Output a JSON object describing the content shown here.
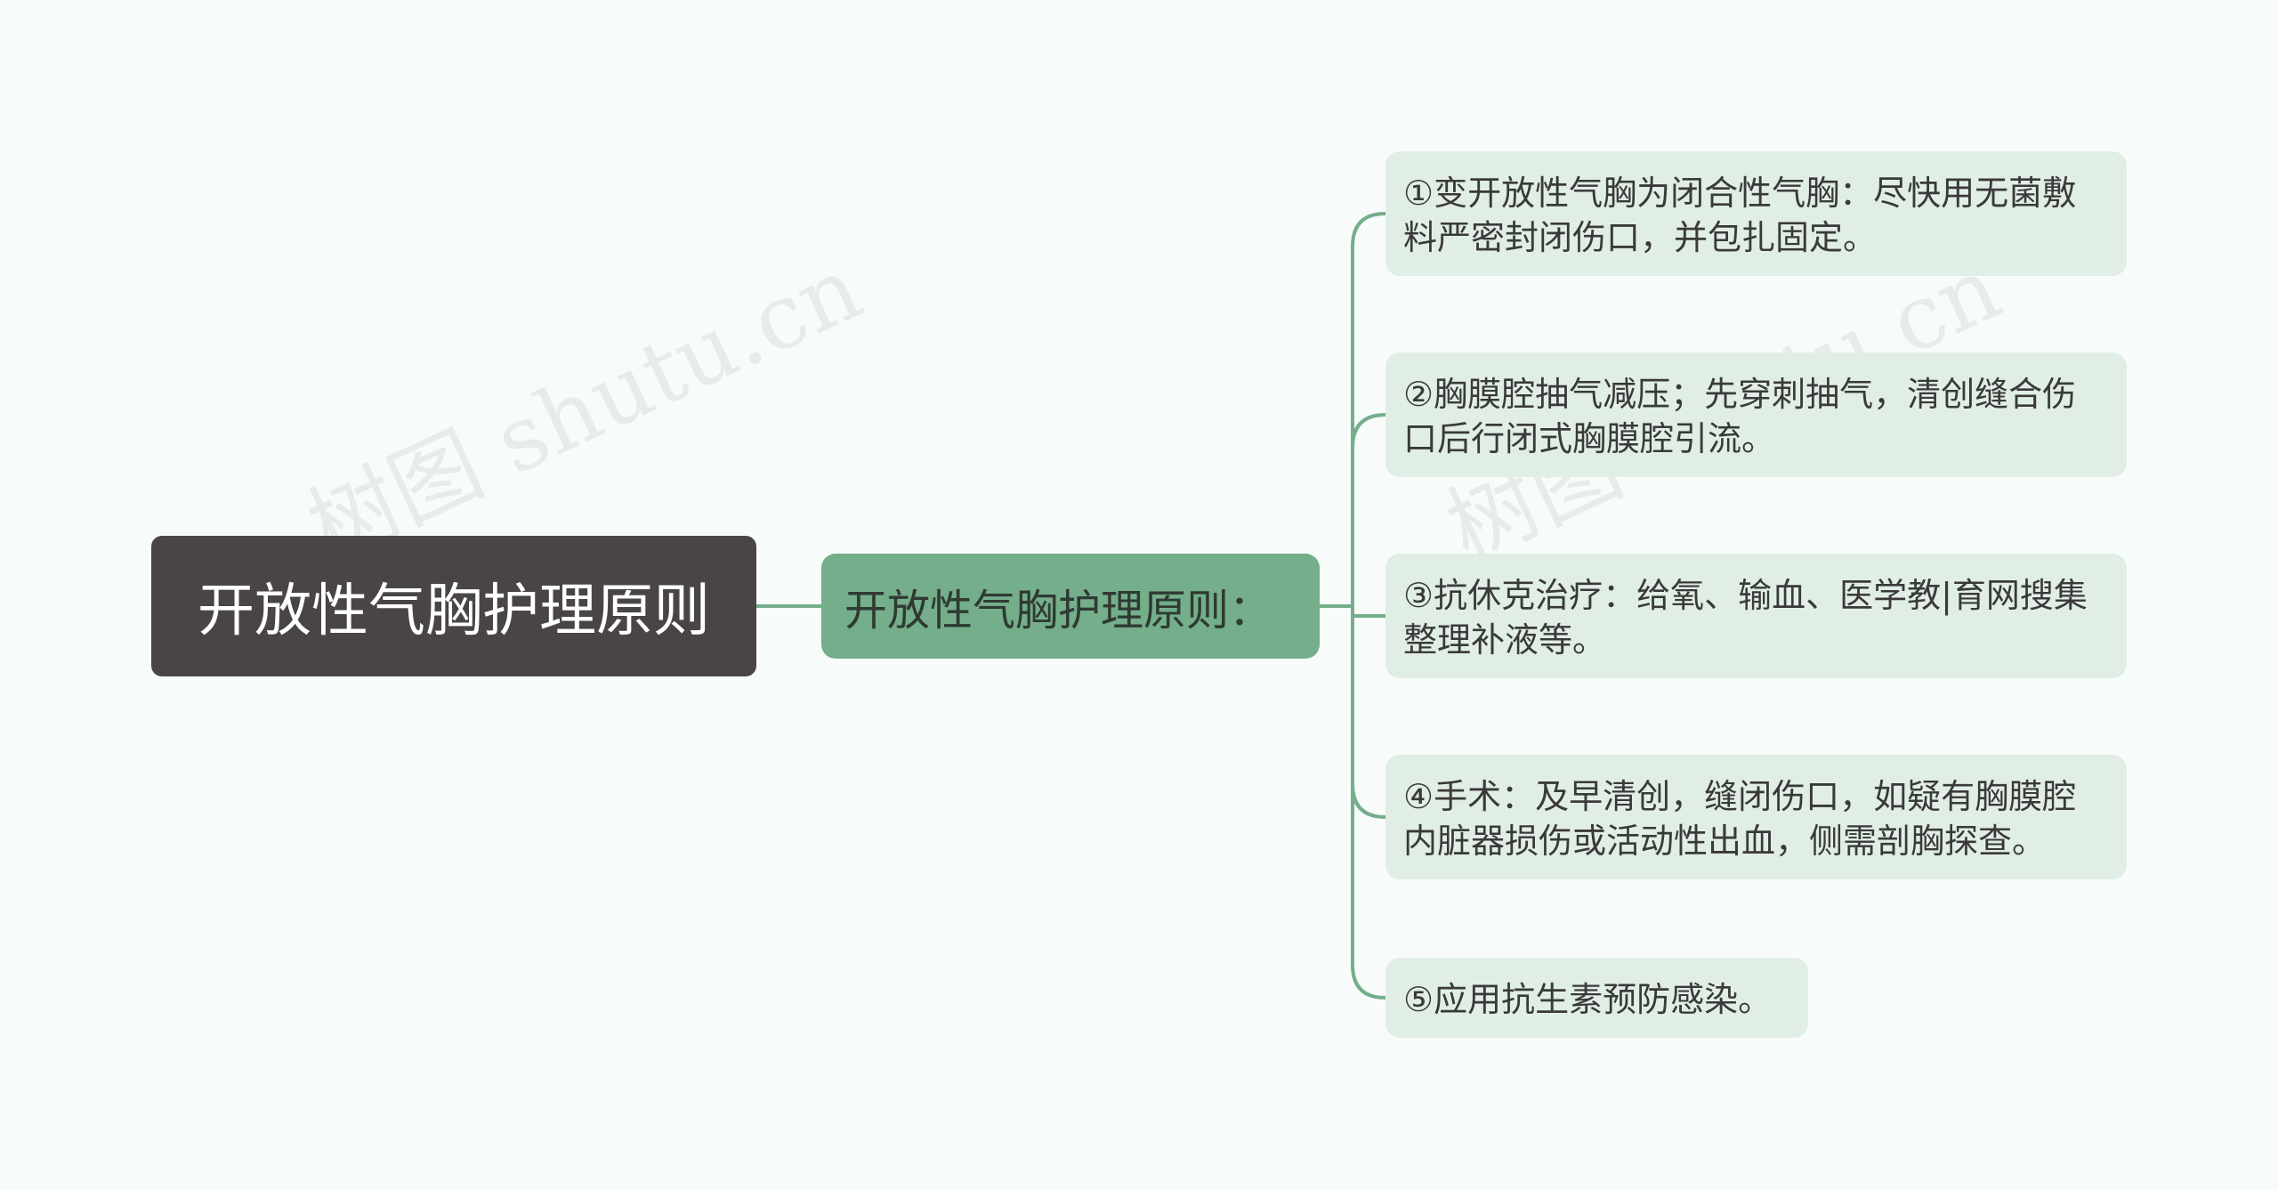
{
  "mindmap": {
    "root": {
      "text": "开放性气胸护理原则"
    },
    "main": {
      "text": "开放性气胸护理原则："
    },
    "leaves": [
      {
        "text": "①变开放性气胸为闭合性气胸：尽快用无菌敷料严密封闭伤口，并包扎固定。"
      },
      {
        "text": "②胸膜腔抽气减压；先穿刺抽气，清创缝合伤口后行闭式胸膜腔引流。"
      },
      {
        "text": "③抗休克治疗：给氧、输血、医学教|育网搜集整理补液等。"
      },
      {
        "text": "④手术：及早清创，缝闭伤口，如疑有胸膜腔内脏器损伤或活动性出血，侧需剖胸探查。"
      },
      {
        "text": "⑤应用抗生素预防感染。"
      }
    ]
  },
  "watermarks": [
    {
      "text": "树图 shutu.cn"
    },
    {
      "text": "树图 shutu.cn"
    }
  ],
  "colors": {
    "background": "#f7fcfb",
    "root_fill": "#4a4545",
    "main_fill": "#74ae8a",
    "leaf_fill": "#e1eee5",
    "connector": "#74ae8a"
  }
}
